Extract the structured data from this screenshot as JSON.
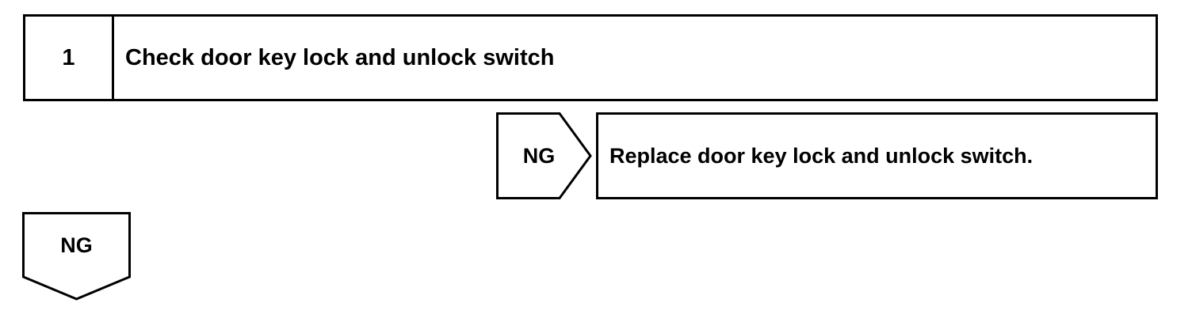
{
  "step": {
    "number": "1",
    "title": "Check door key lock and unlock switch"
  },
  "branch_ng_right": {
    "label": "NG",
    "action": "Replace door key lock and unlock switch."
  },
  "branch_ng_down": {
    "label": "NG"
  },
  "colors": {
    "stroke": "#000000",
    "background": "#ffffff"
  }
}
